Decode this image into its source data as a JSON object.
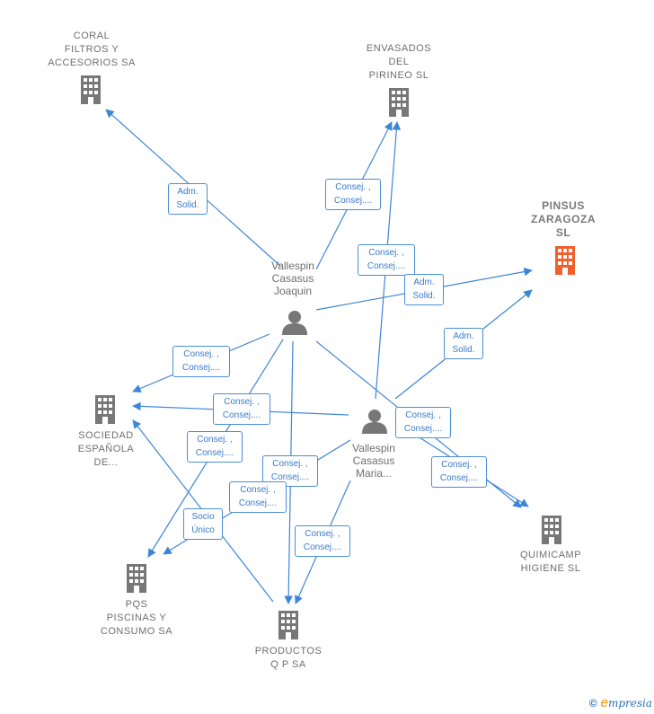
{
  "nodes": {
    "coral": {
      "label": "CORAL\nFILTROS Y\nACCESORIOS SA"
    },
    "envasados": {
      "label": "ENVASADOS\nDEL\nPIRINEO SL"
    },
    "pinsus": {
      "label": "PINSUS\nZARAGOZA\nSL"
    },
    "sociedad": {
      "label": "SOCIEDAD\nESPAÑOLA\nDE..."
    },
    "quimicamp": {
      "label": "QUIMICAMP\nHIGIENE SL"
    },
    "pqs": {
      "label": "PQS\nPISCINAS Y\nCONSUMO SA"
    },
    "productos": {
      "label": "PRODUCTOS\nQ P SA"
    },
    "joaquin": {
      "label": "Vallespin\nCasasus\nJoaquin"
    },
    "maria": {
      "label": "Vallespin\nCasasus\nMaria..."
    }
  },
  "edge_labels": {
    "e1": "Adm.\nSolid.",
    "e2": "Consej. ,\nConsej....",
    "e3": "Consej. ,\nConsej....",
    "e4": "Adm.\nSolid.",
    "e5": "Adm.\nSolid.",
    "e6": "Consej. ,\nConsej....",
    "e7": "Consej. ,\nConsej....",
    "e8": "Consej. ,\nConsej....",
    "e9": "Consej. ,\nConsej....",
    "e10": "Consej. ,\nConsej....",
    "e11": "Consej. ,\nConsej....",
    "e12": "Consej. ,\nConsej....",
    "e13": "Socio\nÚnico",
    "e14": "Consej. ,\nConsej...."
  },
  "colors": {
    "edge": "#3d86d6",
    "building": "#777777",
    "highlight": "#f0602c",
    "person": "#777777"
  },
  "footer": {
    "copyright": "©",
    "brand_first": "e",
    "brand_rest": "mpresia"
  }
}
